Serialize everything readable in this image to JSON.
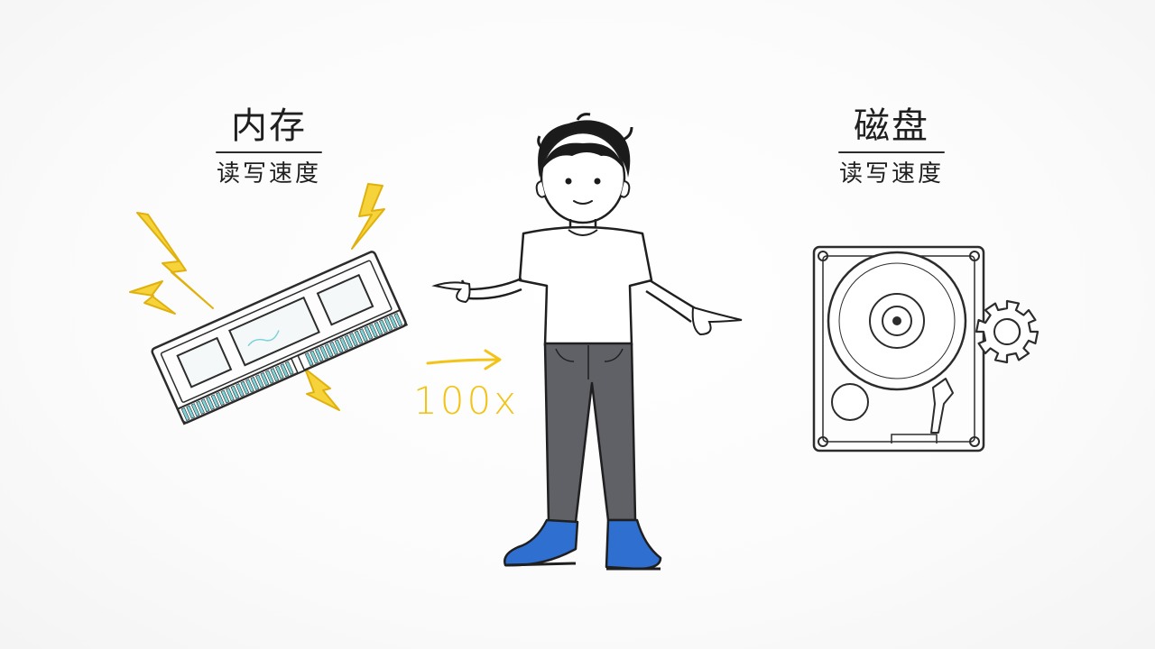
{
  "memory": {
    "title": "内存",
    "subtitle": "读写速度"
  },
  "disk": {
    "title": "磁盘",
    "subtitle": "读写速度"
  },
  "comparison": {
    "speed_ratio": "100x"
  },
  "colors": {
    "lightning": "#f2c417",
    "ink": "#1f1f1f",
    "shirt": "#ffffff",
    "pants": "#5f6166",
    "shoes": "#2f6fd0",
    "ram_pins": "#7fd3d8"
  },
  "icons": {
    "memory": "ram-stick-icon",
    "disk": "hard-drive-icon",
    "gear": "gear-icon",
    "lightning": "lightning-icon",
    "arrow": "arrow-right-icon"
  }
}
